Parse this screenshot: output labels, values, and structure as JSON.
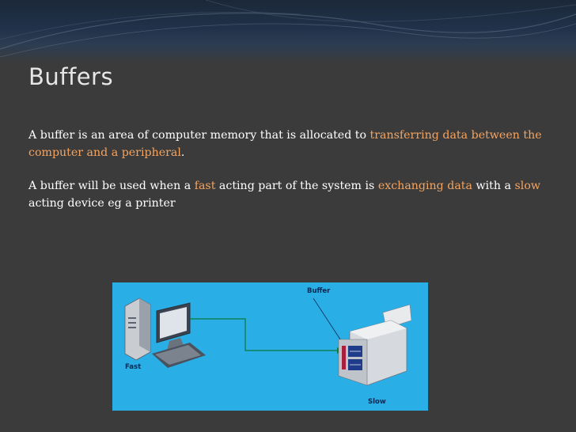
{
  "slide": {
    "title": "Buffers",
    "paragraph1": {
      "text_a": "A buffer is an area of computer memory that is allocated to ",
      "hl_a": "transferring data",
      "text_b": " ",
      "hl_b": "between the computer and a peripheral",
      "text_c": "."
    },
    "paragraph2": {
      "text_a": "A buffer will be used when a ",
      "hl_a": "fast",
      "text_b": " acting part of the system is ",
      "hl_b": "exchanging data",
      "text_c": " with a ",
      "hl_c": "slow",
      "text_d": " acting device eg a printer"
    },
    "colors": {
      "background": "#3b3b3b",
      "title": "#e6e6e6",
      "body_text": "#ffffff",
      "highlight": "#f4a460",
      "diagram_bg": "#29aee6",
      "connector": "#0a7a3a"
    }
  },
  "diagram": {
    "label_buffer": "Buffer",
    "label_fast": "Fast",
    "label_slow": "Slow",
    "icons": [
      "computer-icon",
      "printer-icon"
    ]
  }
}
